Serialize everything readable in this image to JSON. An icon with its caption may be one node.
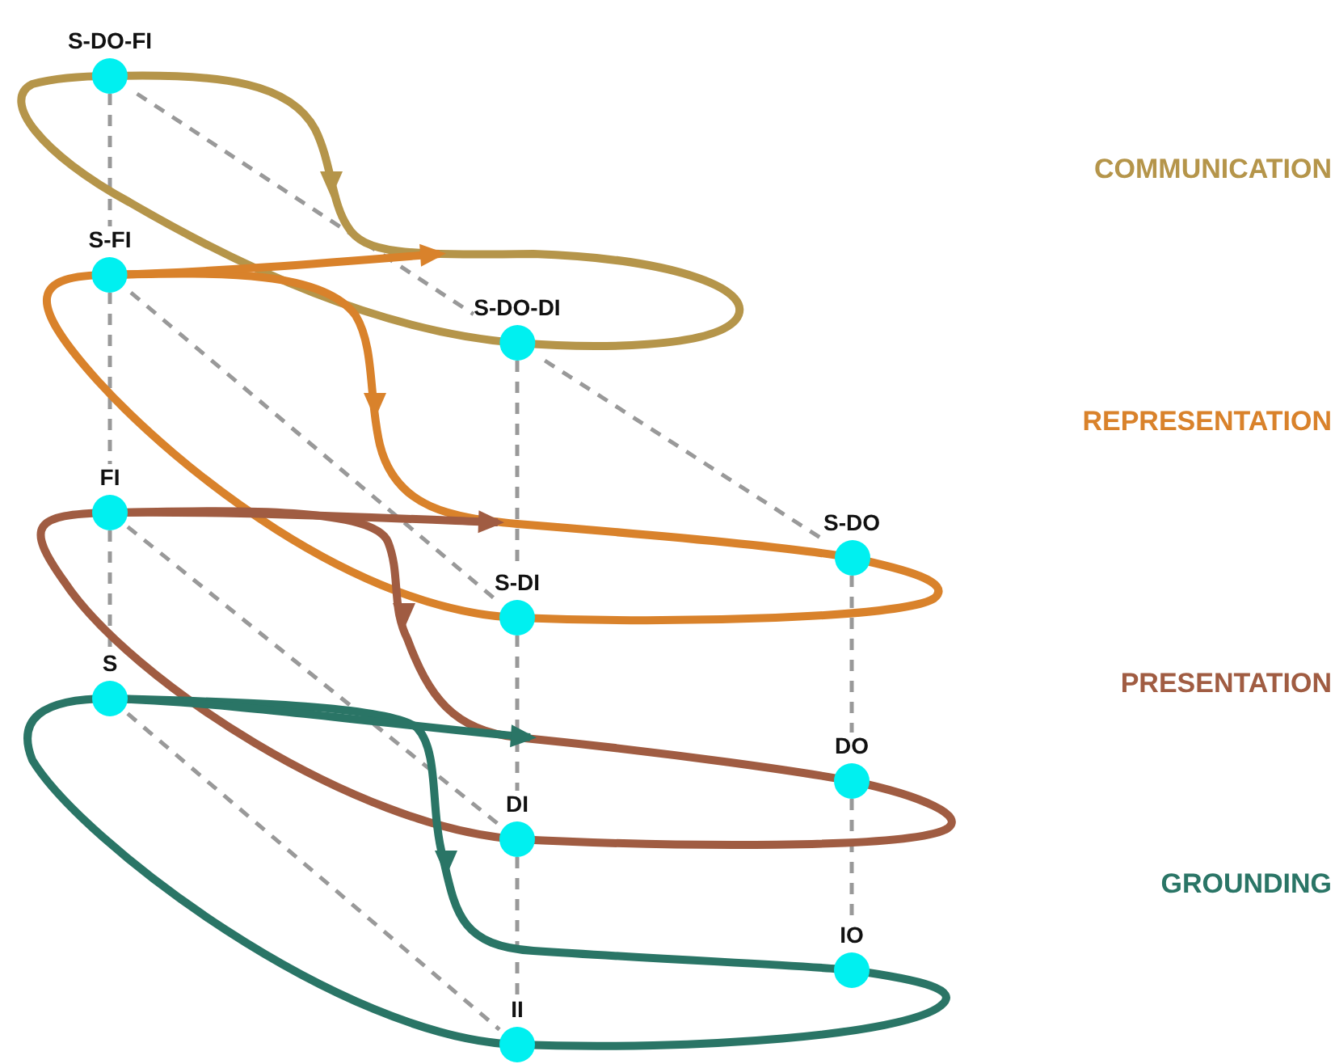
{
  "diagram": {
    "nodes": [
      {
        "text": [
          "S-DO-FI"
        ]
      },
      {
        "text": [
          "S-FI"
        ]
      },
      {
        "text": [
          "S-DO-DI"
        ]
      },
      {
        "text": [
          "FI"
        ]
      },
      {
        "text": [
          "S-DO"
        ]
      },
      {
        "text": [
          "S-DI"
        ]
      },
      {
        "text": [
          "S"
        ]
      },
      {
        "text": [
          "DO"
        ]
      },
      {
        "text": [
          "DI"
        ]
      },
      {
        "text": [
          "IO"
        ]
      },
      {
        "text": [
          "II"
        ]
      }
    ],
    "edges": [
      {
        "from": 0,
        "to": 1,
        "arrow": "none",
        "style": "dashed"
      },
      {
        "from": 1,
        "to": 3,
        "arrow": "none",
        "style": "dashed"
      },
      {
        "from": 3,
        "to": 6,
        "arrow": "none",
        "style": "dashed"
      },
      {
        "from": 2,
        "to": 5,
        "arrow": "none",
        "style": "dashed"
      },
      {
        "from": 5,
        "to": 8,
        "arrow": "none",
        "style": "dashed"
      },
      {
        "from": 8,
        "to": 10,
        "arrow": "none",
        "style": "dashed"
      },
      {
        "from": 4,
        "to": 7,
        "arrow": "none",
        "style": "dashed"
      },
      {
        "from": 7,
        "to": 9,
        "arrow": "none",
        "style": "dashed"
      },
      {
        "from": 0,
        "to": 2,
        "arrow": "none",
        "style": "dashed"
      },
      {
        "from": 2,
        "to": 4,
        "arrow": "none",
        "style": "dashed"
      },
      {
        "from": 1,
        "to": 5,
        "arrow": "none",
        "style": "dashed"
      },
      {
        "from": 3,
        "to": 8,
        "arrow": "none",
        "style": "dashed"
      },
      {
        "from": 6,
        "to": 10,
        "arrow": "none",
        "style": "dashed"
      }
    ],
    "labels": [
      "COMMUNICATION",
      "REPRESENTATION",
      "PRESENTATION",
      "GROUNDING"
    ]
  }
}
